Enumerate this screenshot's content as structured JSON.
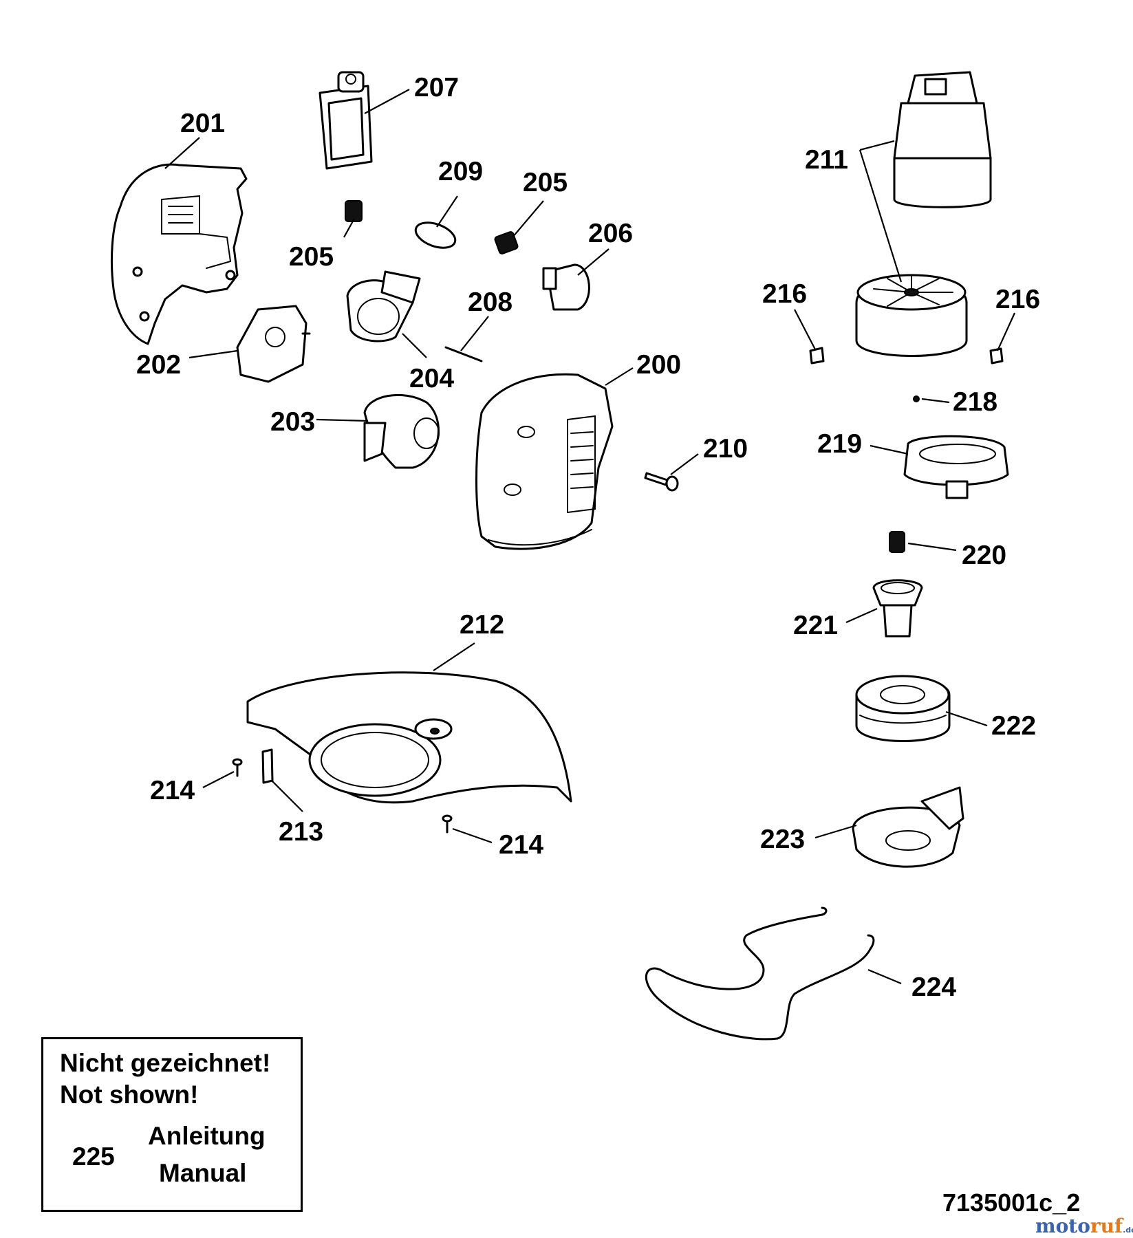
{
  "labels": {
    "p200": "200",
    "p201": "201",
    "p202": "202",
    "p203": "203",
    "p204": "204",
    "p205a": "205",
    "p205b": "205",
    "p206": "206",
    "p207": "207",
    "p208": "208",
    "p209": "209",
    "p210": "210",
    "p211": "211",
    "p212": "212",
    "p213": "213",
    "p214a": "214",
    "p214b": "214",
    "p216a": "216",
    "p216b": "216",
    "p218": "218",
    "p219": "219",
    "p220": "220",
    "p221": "221",
    "p222": "222",
    "p223": "223",
    "p224": "224"
  },
  "note": {
    "line1": "Nicht gezeichnet!",
    "line2": "Not shown!",
    "part_number": "225",
    "desc_de": "Anleitung",
    "desc_en": "Manual"
  },
  "drawing_number": "7135001c_2",
  "watermark": {
    "brand_a": "moto",
    "brand_b": "ruf",
    "tld": ".de"
  },
  "colors": {
    "line": "#000000",
    "background": "#ffffff",
    "watermark_blue": "#3a63a8",
    "watermark_orange": "#e07a1c"
  }
}
